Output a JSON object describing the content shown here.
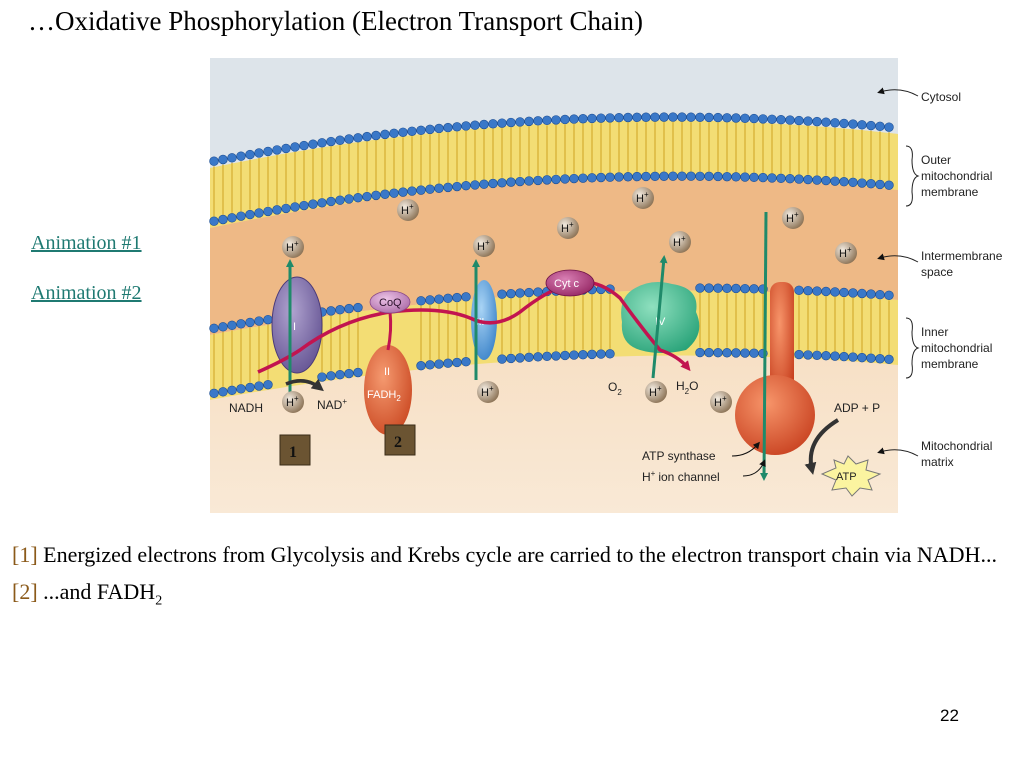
{
  "slide": {
    "title": "…Oxidative Phosphorylation (Electron Transport Chain)",
    "page_number": "22"
  },
  "links": [
    {
      "label": "Animation #1"
    },
    {
      "label": "Animation #2"
    }
  ],
  "figure": {
    "side_labels": {
      "cytosol": "Cytosol",
      "outer": [
        "Outer",
        "mitochondrial",
        "membrane"
      ],
      "intermembrane": [
        "Intermembrane",
        "space"
      ],
      "inner": [
        "Inner",
        "mitochondrial",
        "membrane"
      ],
      "matrix": [
        "Mitochondrial",
        "matrix"
      ]
    },
    "complexes": {
      "c1": "I",
      "coq": "CoQ",
      "c2": "II",
      "fadh": "FADH",
      "fadh_sub": "2",
      "c3": "III",
      "cytc": "Cyt c",
      "c4": "IV"
    },
    "proton": "H",
    "proton_sup": "+",
    "nadh": "NADH",
    "nad": "NAD",
    "nad_sup": "+",
    "o2": "O",
    "o2_sub": "2",
    "h2o_h": "H",
    "h2o_sub": "2",
    "h2o_o": "O",
    "adp": "ADP + P",
    "atp": "ATP",
    "atp_synthase": "ATP synthase",
    "ion_channel": "ion channel",
    "markers": [
      "1",
      "2"
    ]
  },
  "bullets": {
    "b1_ref": "[1]",
    "b1_text": "Energized electrons from Glycolysis and Krebs cycle are carried to the electron transport chain via NADH...",
    "b2_ref": "[2]",
    "b2_text": "...and FADH",
    "b2_sub": "2"
  },
  "colors": {
    "link": "#1f7a72",
    "ref": "#8b5a1a",
    "lipid_head": "#3a78c8",
    "lipid_tail": "#f0d85a",
    "intermembrane": "#eeb986",
    "cytosol": "#dde4ea",
    "electron_path": "#c21450",
    "proton_arrow": "#1f8a6a"
  }
}
